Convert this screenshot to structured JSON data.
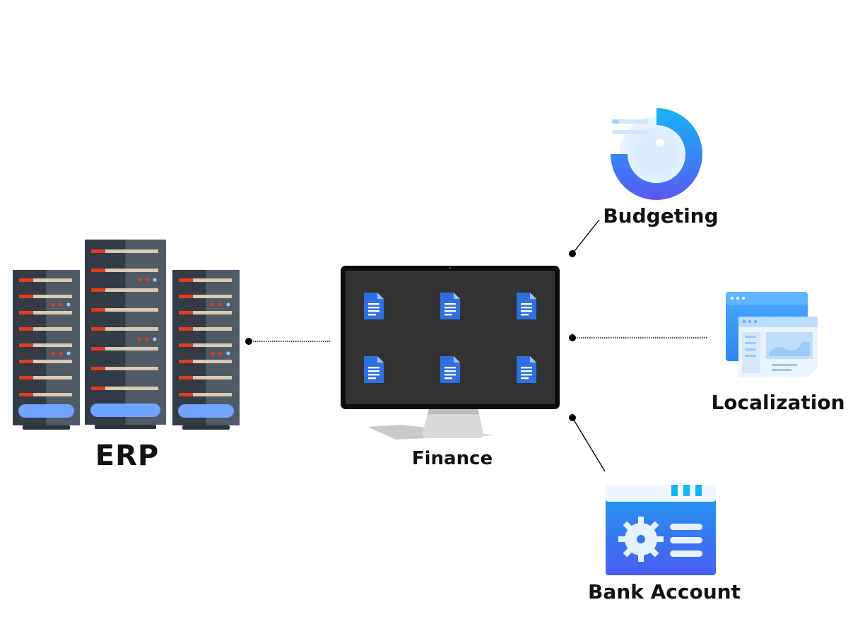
{
  "nodes": {
    "erp": {
      "label": "ERP"
    },
    "finance": {
      "label": "Finance"
    },
    "budgeting": {
      "label": "Budgeting"
    },
    "localization": {
      "label": "Localization"
    },
    "bank_account": {
      "label": "Bank Account"
    }
  },
  "edges": [
    {
      "from": "erp",
      "to": "finance",
      "style": "dotted"
    },
    {
      "from": "finance",
      "to": "budgeting",
      "style": "solid"
    },
    {
      "from": "finance",
      "to": "localization",
      "style": "dotted"
    },
    {
      "from": "finance",
      "to": "bank_account",
      "style": "solid"
    }
  ],
  "colors": {
    "server_dark": "#323b46",
    "server_light": "#4f5a66",
    "server_led": "#e23b1f",
    "server_bar": "#d9c9b4",
    "server_foot": "#6fa4ff",
    "monitor_screen": "#333333",
    "doc_blue": "#2f6fe0",
    "accent_cyan": "#12b6f5",
    "accent_indigo": "#5b58f3"
  },
  "icons": {
    "erp": "server-rack-icon",
    "finance": "monitor-icon",
    "budgeting": "donut-progress-icon",
    "localization": "browser-windows-icon",
    "bank_account": "settings-panel-icon",
    "document": "document-icon"
  }
}
